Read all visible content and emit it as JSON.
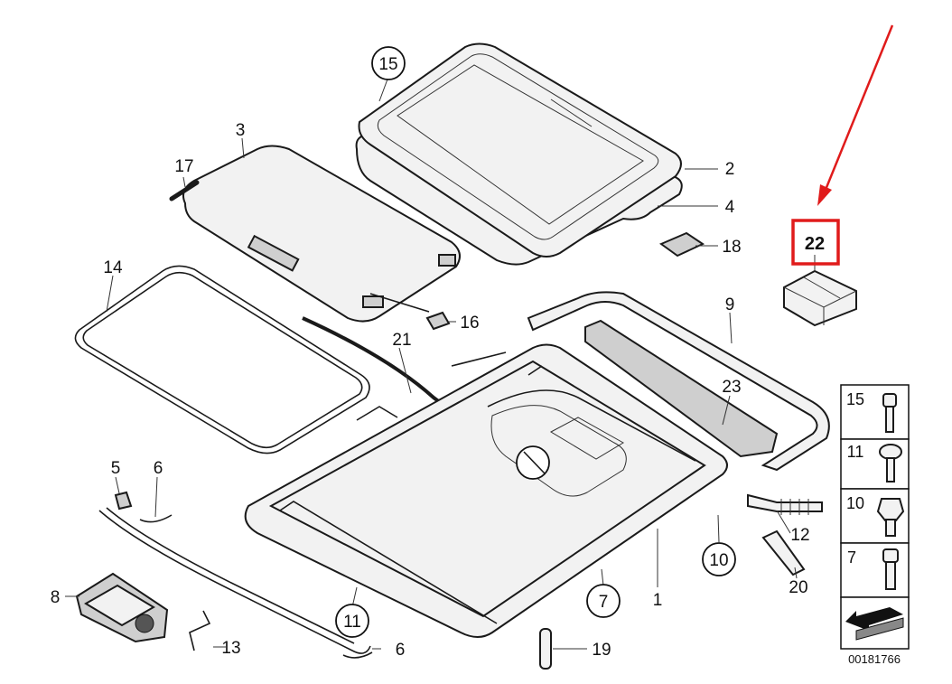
{
  "callouts": {
    "c15": "15",
    "c3": "3",
    "c17": "17",
    "c2": "2",
    "c4": "4",
    "c18": "18",
    "c22": "22",
    "c14": "14",
    "c16": "16",
    "c9": "9",
    "c21": "21",
    "c23": "23",
    "c5": "5",
    "c6a": "6",
    "c12": "12",
    "c10": "10",
    "c20": "20",
    "c8": "8",
    "c7": "7",
    "c1": "1",
    "c11": "11",
    "c13": "13",
    "c6b": "6",
    "c19": "19"
  },
  "legend": {
    "items": [
      "15",
      "11",
      "10",
      "7"
    ],
    "doc_number": "00181766"
  },
  "highlight_color": "#e01b1b"
}
